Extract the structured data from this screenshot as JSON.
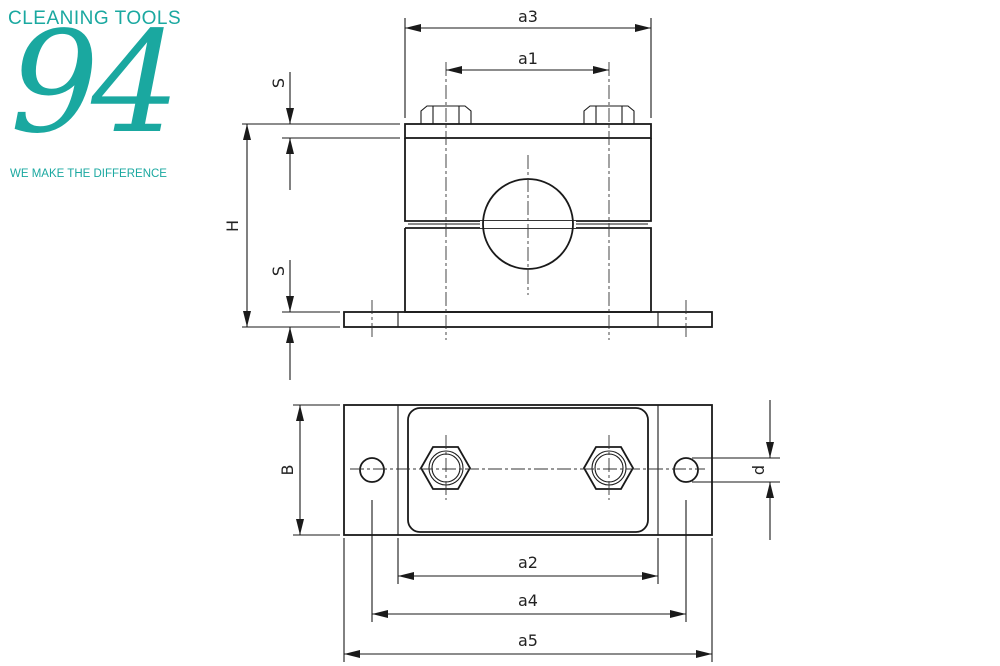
{
  "logo": {
    "top": "CLEANING TOOLS",
    "number": "94",
    "tagline": "WE MAKE THE DIFFERENCE"
  },
  "dimensions": {
    "a1": "a1",
    "a2": "a2",
    "a3": "a3",
    "a4": "a4",
    "a5": "a5",
    "B": "B",
    "H": "H",
    "S_top": "S",
    "S_bottom": "S",
    "d": "d"
  },
  "colors": {
    "logo": "#1aa8a0",
    "lines": "#1a1a1a"
  }
}
